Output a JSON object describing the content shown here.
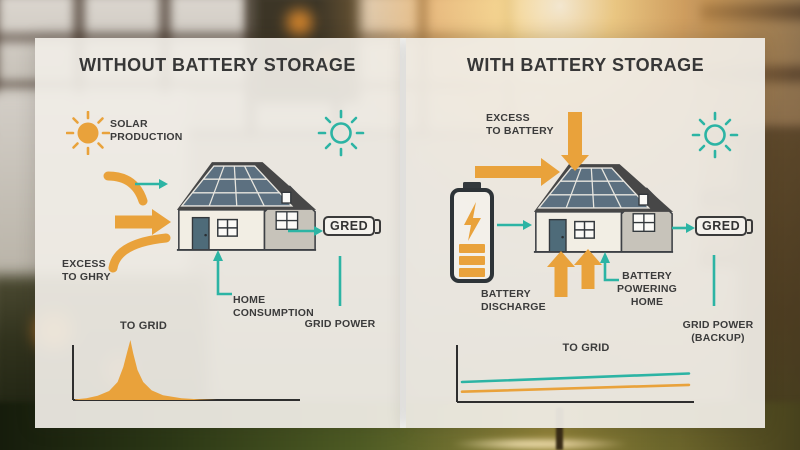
{
  "colors": {
    "orange": "#E9A23B",
    "teal": "#2CB4A4",
    "text": "#3B3B3B",
    "moon": "#3E4C55",
    "panel": "#F0EDE6"
  },
  "icons": {
    "solar_sun": "filled orange sun",
    "day_sun": "teal outline sun",
    "moon": "crescent moon",
    "battery": "battery with lightning bolt and charge bars",
    "grid_connector": "plug-like grid box"
  },
  "left": {
    "title": "WITHOUT BATTERY STORAGE",
    "solar_production": "SOLAR\nPRODUCTION",
    "excess": "EXCESS\nTO GHRY",
    "grid_box": "GRED",
    "home_consumption": "HOME\nCONSUMPTION",
    "grid_power": "GRID POWER",
    "to_grid": "TO GRID"
  },
  "right": {
    "title": "WITH BATTERY STORAGE",
    "excess_to_battery": "EXCESS\nTO BATTERY",
    "battery_discharge": "BATTERY\nDISCHARGE",
    "battery_powering_home": "BATTERY\nPOWERING\nHOME",
    "grid_box": "GRED",
    "grid_power_backup": "GRID POWER\n(BACKUP)",
    "to_grid": "TO GRID"
  },
  "chart_data": [
    {
      "type": "area",
      "title": "TO GRID",
      "panel": "without battery storage",
      "legend": false,
      "grid": false,
      "axes_labeled": false,
      "ylim": [
        0,
        1
      ],
      "series": [
        {
          "name": "to-grid-flow",
          "color": "#E9A23B",
          "x": [
            0,
            0.08,
            0.16,
            0.24,
            0.3,
            0.34,
            0.37,
            0.39,
            0.41,
            0.44,
            0.48,
            0.54,
            0.62,
            0.75,
            0.88,
            1.0
          ],
          "y": [
            0.01,
            0.03,
            0.07,
            0.15,
            0.3,
            0.55,
            0.82,
            1.0,
            0.78,
            0.5,
            0.3,
            0.16,
            0.08,
            0.03,
            0.01,
            0.0
          ]
        }
      ]
    },
    {
      "type": "line",
      "title": "TO GRID",
      "panel": "with battery storage",
      "legend": false,
      "grid": false,
      "axes_labeled": false,
      "ylim": [
        0,
        1
      ],
      "series": [
        {
          "name": "upper-line",
          "color": "#2CB4A4",
          "x": [
            0,
            1
          ],
          "y": [
            0.35,
            0.5
          ]
        },
        {
          "name": "lower-line",
          "color": "#E9A23B",
          "x": [
            0,
            1
          ],
          "y": [
            0.18,
            0.3
          ]
        }
      ]
    }
  ]
}
